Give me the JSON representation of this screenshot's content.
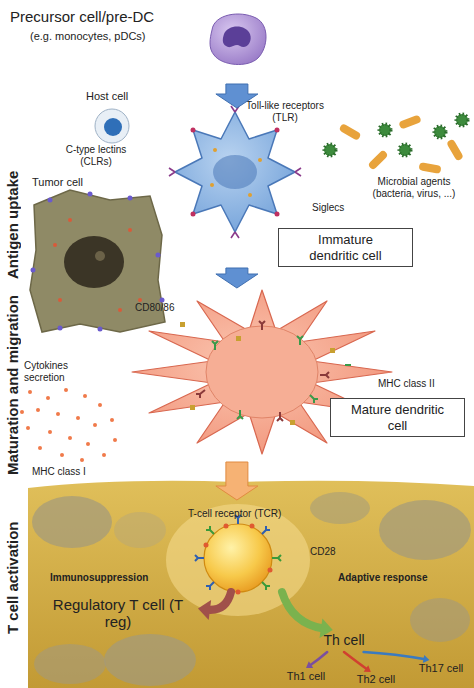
{
  "diagram": {
    "nodes": [
      {
        "text": [
          "Precursor cell/pre-DC",
          "(e.g. monocytes, pDCs)"
        ]
      },
      {
        "text": [
          "Immature dendritic cell"
        ]
      },
      {
        "text": [
          "Mature dendritic cell"
        ]
      },
      {
        "text": [
          "T-cell receptor (TCR)",
          "CD28"
        ]
      },
      {
        "text": [
          "Regulatory T cell (T reg)"
        ]
      },
      {
        "text": [
          "Th cell"
        ]
      },
      {
        "text": [
          "Th1 cell"
        ]
      },
      {
        "text": [
          "Th2 cell"
        ]
      },
      {
        "text": [
          "Th17 cell"
        ]
      }
    ],
    "edges": [
      {
        "from": 0,
        "to": 1,
        "arrow": "to"
      },
      {
        "from": 1,
        "to": 2,
        "arrow": "to"
      },
      {
        "from": 2,
        "to": 3,
        "arrow": "to"
      },
      {
        "from": 3,
        "to": 4,
        "arrow": "to"
      },
      {
        "from": 3,
        "to": 5,
        "arrow": "to"
      },
      {
        "from": 5,
        "to": 6,
        "arrow": "to"
      },
      {
        "from": 5,
        "to": 7,
        "arrow": "to"
      },
      {
        "from": 5,
        "to": 8,
        "arrow": "to"
      }
    ],
    "labels": [
      "Antigen uptake",
      "Host cell",
      "Toll-like receptors (TLR)",
      "C-type lectins (CLRs)",
      "Microbial agents (bacteria, virus, ...)",
      "Tumor cell",
      "Siglecs",
      "Maturation and migration",
      "CD80/86",
      "Cytokines secretion",
      "MHC class II",
      "MHC class I",
      "T cell activation",
      "Immunosuppression",
      "Adaptive response"
    ]
  }
}
